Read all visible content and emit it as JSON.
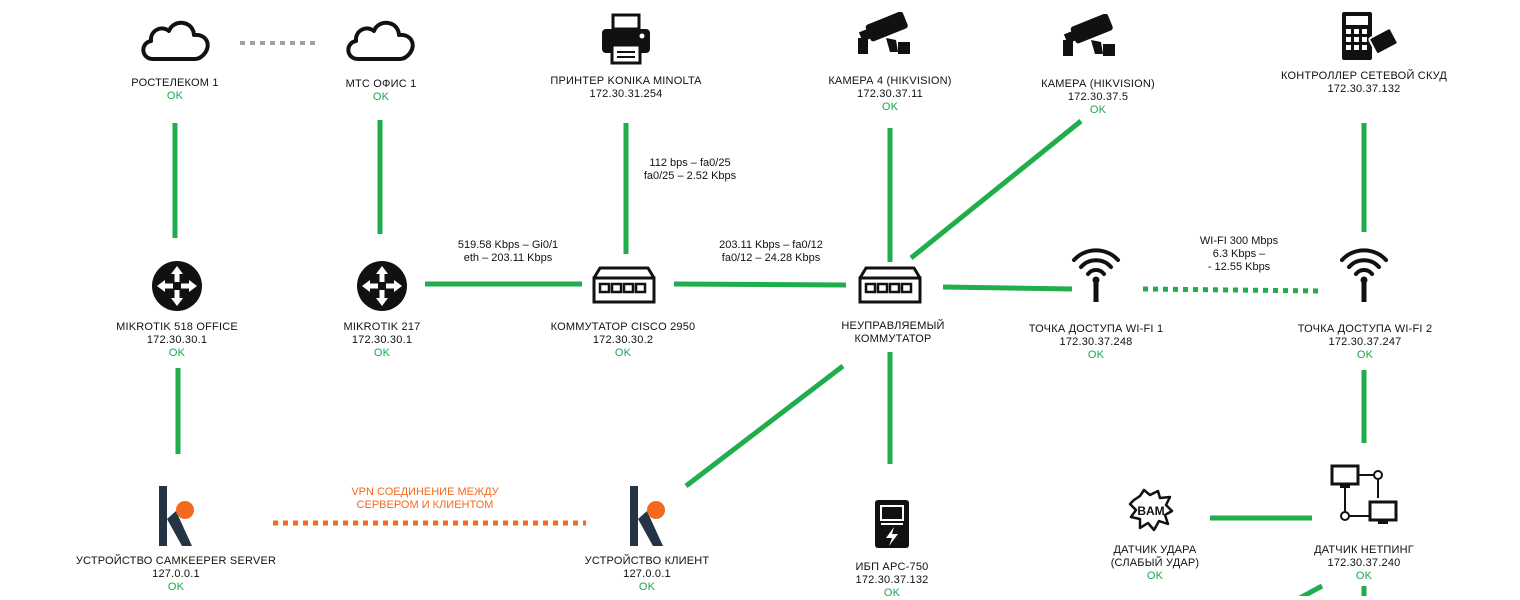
{
  "colors": {
    "link": "#1fae4b",
    "dashed": "#a0a0a0",
    "vpn": "#f36a1d",
    "status": "#18a84a",
    "icon": "#111111",
    "accent": "#f36a1d"
  },
  "nodes": {
    "rostelecom": {
      "name": "РОСТЕЛЕКОМ 1",
      "status": "OK",
      "icon": "cloud-icon"
    },
    "mts": {
      "name": "МТС ОФИС 1",
      "status": "OK",
      "icon": "cloud-icon"
    },
    "printer": {
      "name": "ПРИНТЕР KONIKA MINOLTA",
      "ip": "172.30.31.254",
      "icon": "printer-icon"
    },
    "camera4": {
      "name": "КАМЕРА 4 (HIKVISION)",
      "ip": "172.30.37.11",
      "status": "OK",
      "icon": "security-camera-icon"
    },
    "camera": {
      "name": "КАМЕРА (HIKVISION)",
      "ip": "172.30.37.5",
      "status": "OK",
      "icon": "security-camera-icon"
    },
    "skud": {
      "name": "КОНТРОЛЛЕР СЕТЕВОЙ СКУД",
      "ip": "172.30.37.132",
      "icon": "access-controller-icon"
    },
    "mikrotik518": {
      "name": "MIKROTIK 518 OFFICE",
      "ip": "172.30.30.1",
      "status": "OK",
      "icon": "router-icon"
    },
    "mikrotik217": {
      "name": "MIKROTIK 217",
      "ip": "172.30.30.1",
      "status": "OK",
      "icon": "router-icon"
    },
    "cisco": {
      "name": "КОММУТАТОР  CISCO 2950",
      "ip": "172.30.30.2",
      "status": "OK",
      "icon": "switch-icon"
    },
    "unmanaged": {
      "name": "НЕУПРАВЛЯЕМЫЙ",
      "name2": "КОММУТАТОР",
      "icon": "switch-icon"
    },
    "wifi1": {
      "name": "ТОЧКА ДОСТУПА  WI-FI 1",
      "ip": "172.30.37.248",
      "status": "OK",
      "icon": "wifi-icon"
    },
    "wifi2": {
      "name": "ТОЧКА ДОСТУПА  WI-FI 2",
      "ip": "172.30.37.247",
      "status": "OK",
      "icon": "wifi-icon"
    },
    "server": {
      "name": "УСТРОЙСТВО CAMKEEPER SERVER",
      "ip": "127.0.0.1",
      "status": "OK",
      "icon": "camkeeper-logo-icon"
    },
    "client": {
      "name": "УСТРОЙСТВО КЛИЕНТ",
      "ip": "127.0.0.1",
      "status": "OK",
      "icon": "camkeeper-logo-icon"
    },
    "ups": {
      "name": "ИБП APC-750",
      "ip": "172.30.37.132",
      "status": "OK",
      "icon": "ups-icon"
    },
    "shock": {
      "name": "ДАТЧИК УДАРА",
      "name2": "(СЛАБЫЙ УДАР)",
      "status": "OK",
      "icon": "bam-sensor-icon"
    },
    "netping": {
      "name": "ДАТЧИК НЕТПИНГ",
      "ip": "172.30.37.240",
      "status": "OK",
      "icon": "netping-icon"
    }
  },
  "links": {
    "printer_cisco": {
      "line1": "112 bps – fa0/25",
      "line2": "fa0/25  – 2.52 Kbps"
    },
    "mikrotik_cisco": {
      "line1": "519.58 Kbps – Gi0/1",
      "line2": "eth – 203.11 Kbps"
    },
    "cisco_unmanaged": {
      "line1": "203.11 Kbps – fa0/12",
      "line2": "fa0/12 – 24.28 Kbps"
    },
    "wifi": {
      "line1": "WI-FI 300 Mbps",
      "line2": "6.3 Kbps –",
      "line3": "- 12.55 Kbps"
    },
    "vpn": {
      "line1": "VPN СОЕДИНЕНИЕ  МЕЖДУ",
      "line2": "СЕРВЕРОМ И КЛИЕНТОМ"
    }
  }
}
